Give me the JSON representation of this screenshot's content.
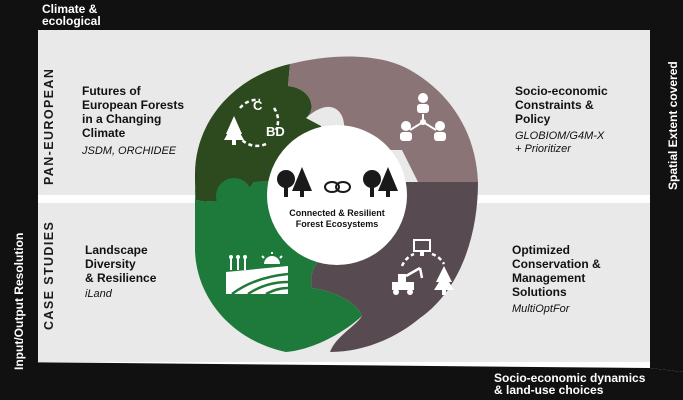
{
  "banners": {
    "top_left": [
      "Climate &",
      "ecological"
    ],
    "bottom_right": [
      "Socio-economic dynamics",
      "& land-use choices"
    ],
    "left_vertical": "Input/Output Resolution",
    "right_vertical": "Spatial Extent covered"
  },
  "sections": {
    "top": "PAN-EUROPEAN",
    "bottom": "CASE STUDIES"
  },
  "quadrants": {
    "top_left": {
      "title": [
        "Futures of",
        "European Forests",
        "in a Changing",
        "Climate"
      ],
      "subtitle": "JSDM, ORCHIDEE",
      "icon_letters": {
        "top": "C",
        "right": "BD"
      }
    },
    "top_right": {
      "title": [
        "Socio-economic",
        "Constraints &",
        "Policy"
      ],
      "subtitle": [
        "GLOBIOM/G4M-X",
        "+ Prioritizer"
      ]
    },
    "bottom_left": {
      "title": [
        "Landscape",
        "Diversity",
        "& Resilience"
      ],
      "subtitle": "iLand"
    },
    "bottom_right": {
      "title": [
        "Optimized",
        "Conservation &",
        "Management",
        "Solutions"
      ],
      "subtitle": "MultiOptFor"
    }
  },
  "center": {
    "title": [
      "Connected & Resilient",
      "Forest Ecosystems"
    ]
  },
  "colors": {
    "banner": "#111111",
    "panel": "#e9e9e9",
    "dark_green": "#2c4a1d",
    "green": "#1e7a3a",
    "mauve": "#8a7476",
    "dark_mauve": "#574a50"
  }
}
